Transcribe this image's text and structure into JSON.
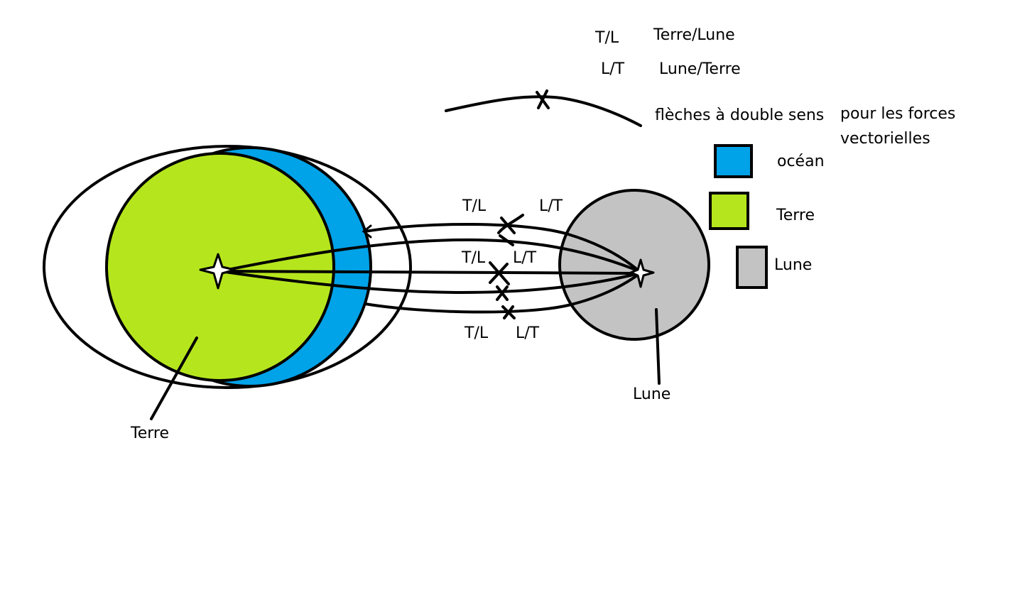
{
  "abbreviations": [
    {
      "code": "T/L",
      "meaning": "Terre/Lune"
    },
    {
      "code": "L/T",
      "meaning": "Lune/Terre"
    }
  ],
  "arrow_note": {
    "line1": "flèches à double sens",
    "line2a": "pour les forces",
    "line2b": "vectorielles"
  },
  "legend": [
    {
      "label": "océan",
      "color": "#00a2e8"
    },
    {
      "label": "Terre",
      "color": "#b5e61d"
    },
    {
      "label": "Lune",
      "color": "#c3c3c3"
    }
  ],
  "force_labels": {
    "top_left": "T/L",
    "top_right": "L/T",
    "middle_left": "T/L",
    "middle_right": "L/T",
    "bottom_left": "T/L",
    "bottom_right": "L/T"
  },
  "callouts": {
    "earth": "Terre",
    "moon": "Lune"
  },
  "colors": {
    "ocean": "#00a2e8",
    "earth": "#b5e61d",
    "moon": "#c3c3c3",
    "outline": "#000000"
  }
}
